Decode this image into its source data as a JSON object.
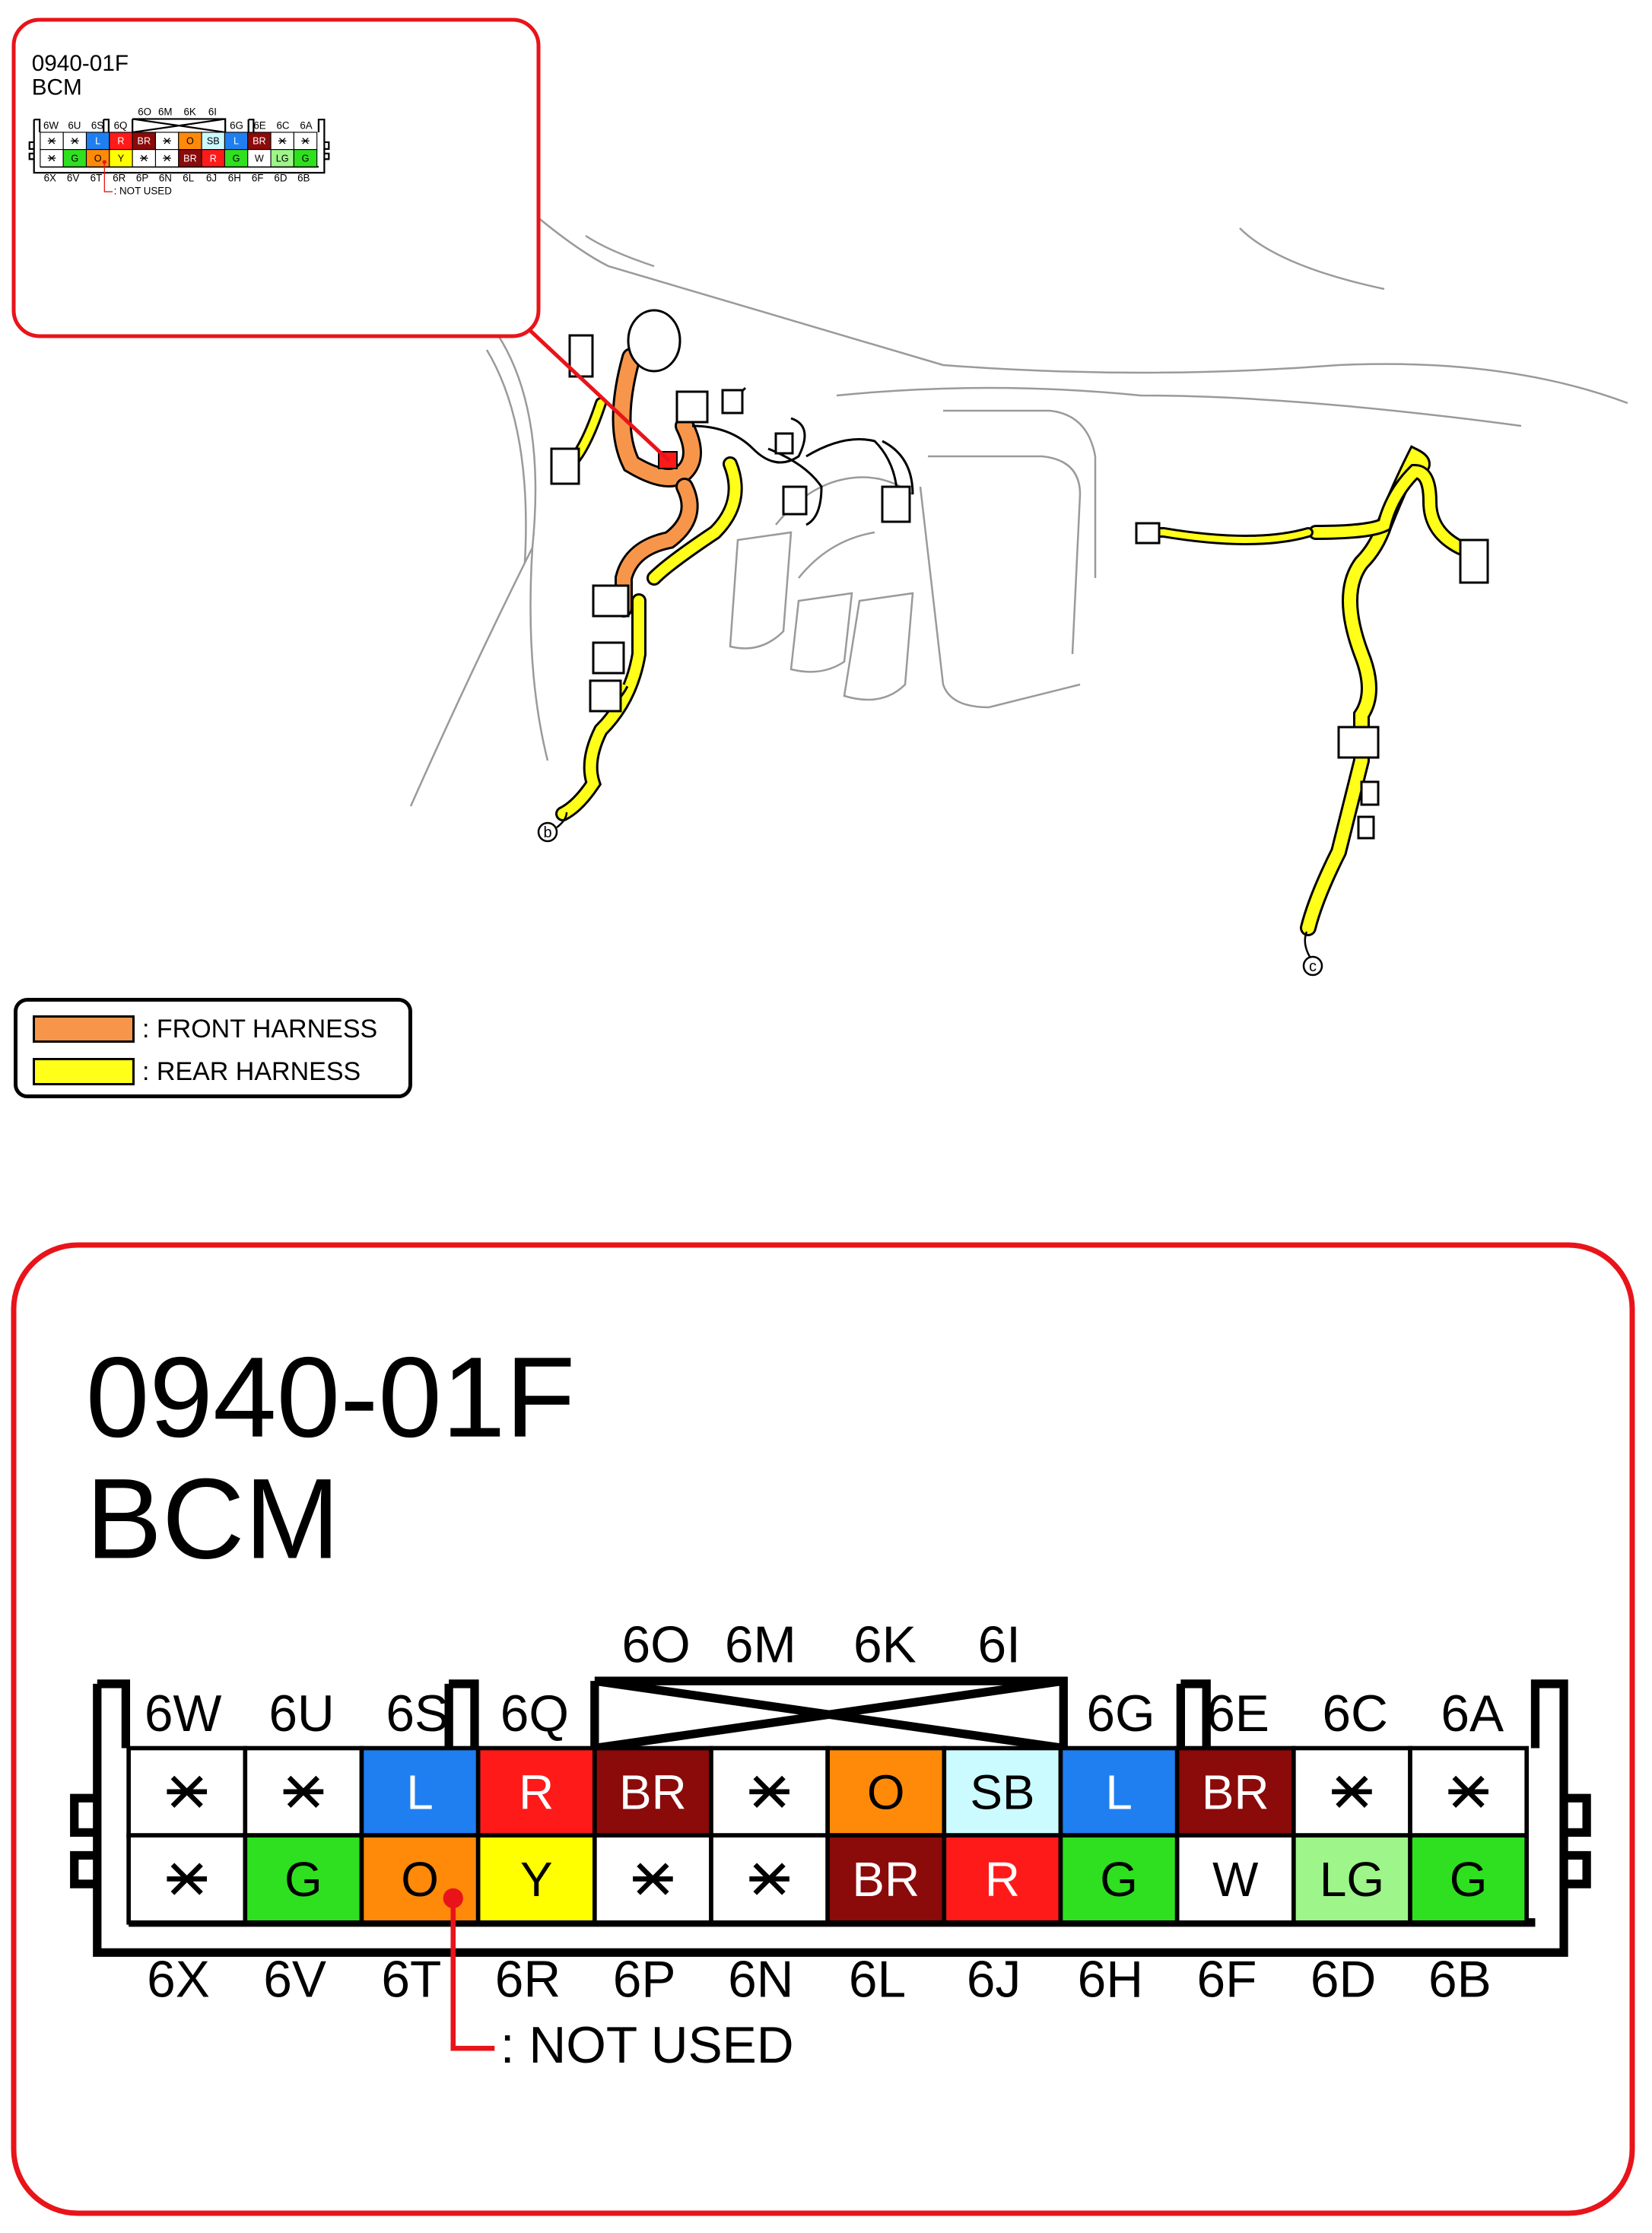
{
  "connector": {
    "code": "0940-01F",
    "name": "BCM",
    "bridge_labels": [
      "6O",
      "6M",
      "6K",
      "6I"
    ],
    "top_labels": [
      "6W",
      "6U",
      "6S",
      "6Q",
      "6G",
      "6E",
      "6C",
      "6A"
    ],
    "bottom_labels": [
      "6X",
      "6V",
      "6T",
      "6R",
      "6P",
      "6N",
      "6L",
      "6J",
      "6H",
      "6F",
      "6D",
      "6B"
    ],
    "row_top": [
      {
        "text": "*",
        "color": "#ffffff"
      },
      {
        "text": "*",
        "color": "#ffffff"
      },
      {
        "text": "L",
        "color": "#1f7ff0"
      },
      {
        "text": "R",
        "color": "#ff1a1a"
      },
      {
        "text": "BR",
        "color": "#8b0a0a"
      },
      {
        "text": "*",
        "color": "#ffffff"
      },
      {
        "text": "O",
        "color": "#ff8a0a"
      },
      {
        "text": "SB",
        "color": "#ccfbff"
      },
      {
        "text": "L",
        "color": "#1f7ff0"
      },
      {
        "text": "BR",
        "color": "#8b0a0a"
      },
      {
        "text": "*",
        "color": "#ffffff"
      },
      {
        "text": "*",
        "color": "#ffffff"
      }
    ],
    "row_bottom": [
      {
        "text": "*",
        "color": "#ffffff"
      },
      {
        "text": "G",
        "color": "#2fe020"
      },
      {
        "text": "O",
        "color": "#ff8a0a"
      },
      {
        "text": "Y",
        "color": "#ffff00"
      },
      {
        "text": "*",
        "color": "#ffffff"
      },
      {
        "text": "*",
        "color": "#ffffff"
      },
      {
        "text": "BR",
        "color": "#8b0a0a"
      },
      {
        "text": "R",
        "color": "#ff1a1a"
      },
      {
        "text": "G",
        "color": "#2fe020"
      },
      {
        "text": "W",
        "color": "#ffffff"
      },
      {
        "text": "LG",
        "color": "#9ef58a"
      },
      {
        "text": "G",
        "color": "#2fe020"
      }
    ],
    "not_used_label": ": NOT USED"
  },
  "legend": {
    "front_label": ": FRONT HARNESS",
    "front_color": "#f7964a",
    "rear_label": ": REAR HARNESS",
    "rear_color": "#ffff1a"
  },
  "markers": {
    "left": "b",
    "right": "c"
  },
  "colors": {
    "callout_border": "#e8141a",
    "not_used_marker": "#e8141a",
    "outline": "#000000"
  }
}
